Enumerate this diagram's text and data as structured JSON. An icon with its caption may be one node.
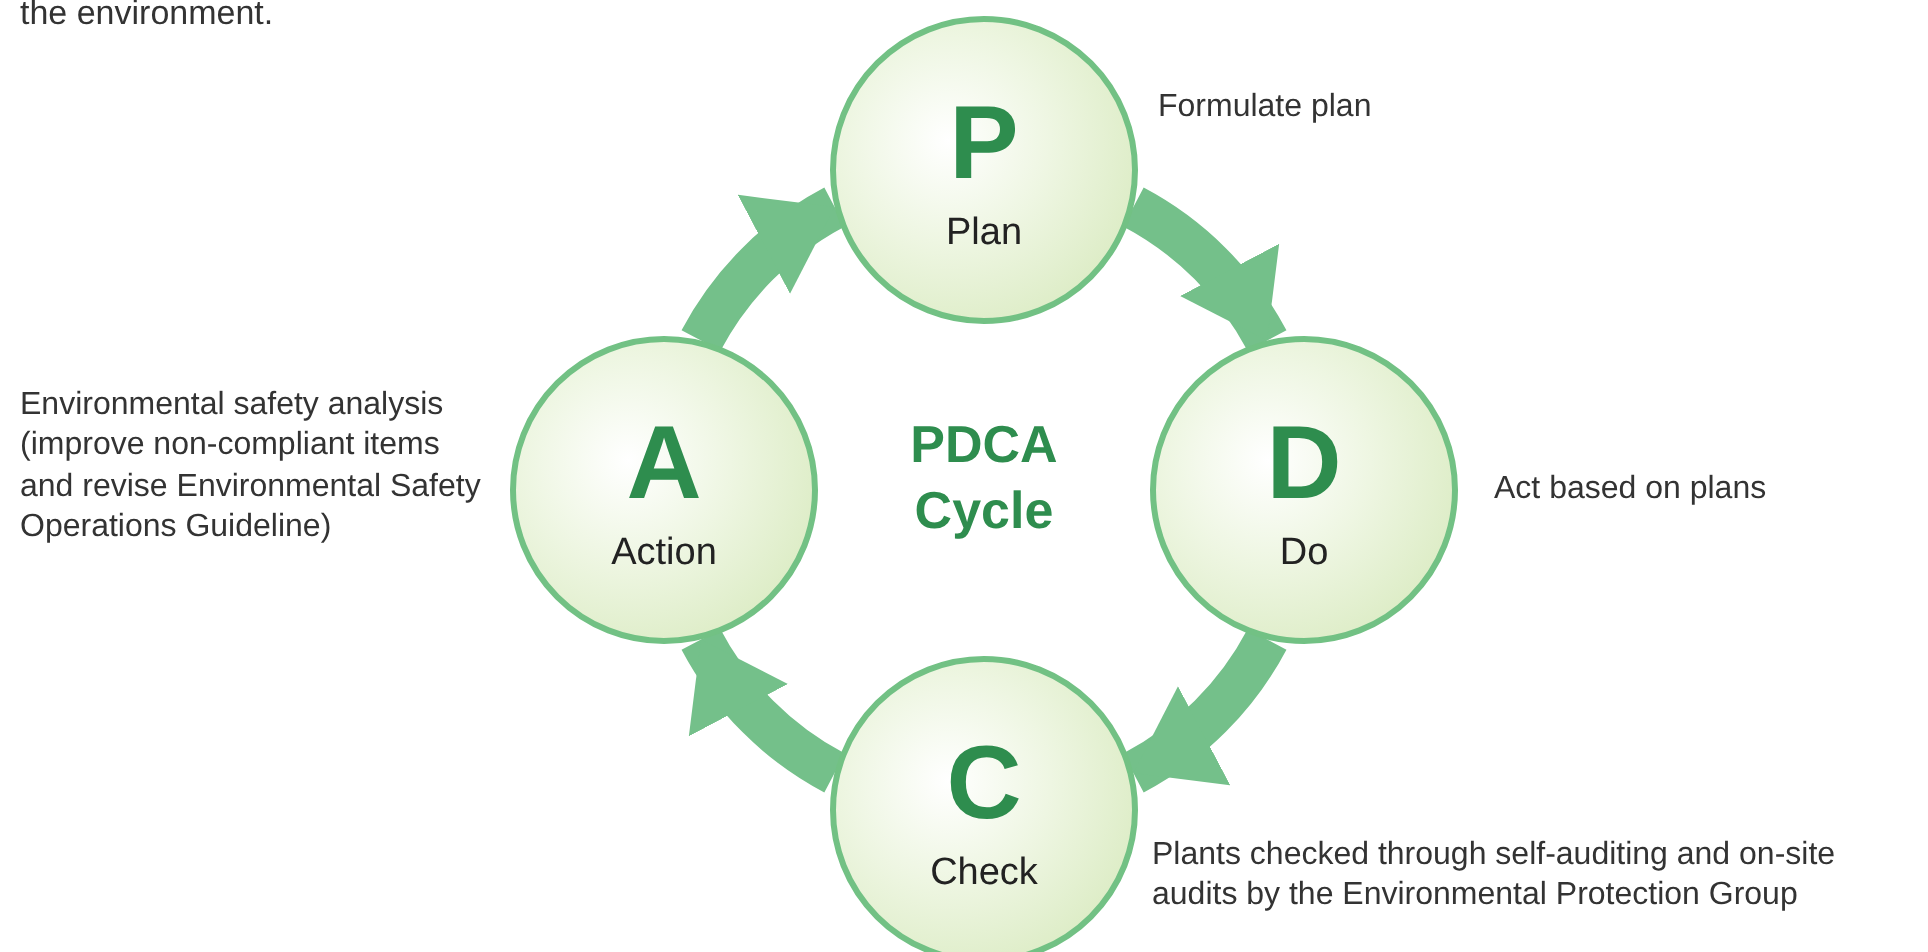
{
  "diagram": {
    "nodes": [
      {
        "text": [
          "P",
          "Plan"
        ],
        "beside": [
          "Formulate plan"
        ]
      },
      {
        "text": [
          "D",
          "Do"
        ],
        "beside": [
          "Act based on plans"
        ]
      },
      {
        "text": [
          "C",
          "Check"
        ],
        "beside": [
          "Plants checked through self-auditing and on-site audits by the Environmental Protection Group"
        ]
      },
      {
        "text": [
          "A",
          "Action"
        ],
        "beside": [
          "Environmental safety analysis (improve non-compliant items and revise Environmental Safety Operations Guideline)"
        ]
      }
    ],
    "edges": [
      {
        "from": 0,
        "to": 1,
        "arrow": "to"
      },
      {
        "from": 1,
        "to": 2,
        "arrow": "to"
      },
      {
        "from": 2,
        "to": 3,
        "arrow": "to"
      },
      {
        "from": 3,
        "to": 0,
        "arrow": "to"
      }
    ],
    "labels": [
      "the environment.",
      "PDCA Cycle"
    ]
  }
}
